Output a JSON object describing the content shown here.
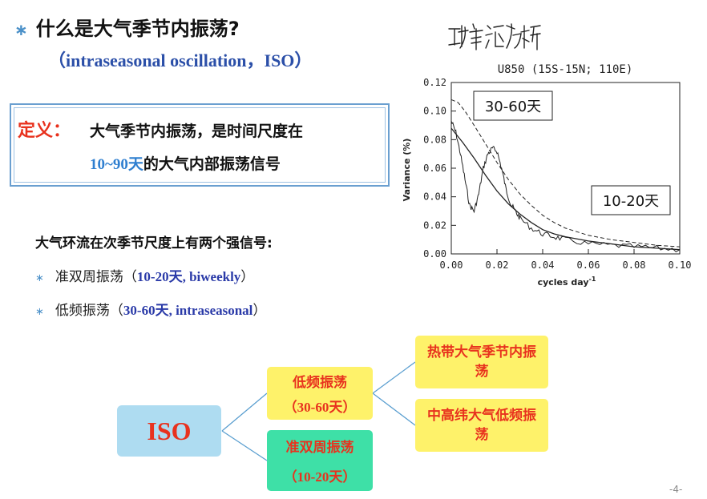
{
  "title": {
    "bullet": "∗",
    "text": "什么是大气季节内振荡?",
    "subtitle": "（intraseasonal oscillation，ISO）"
  },
  "definition": {
    "label": "定义：",
    "line1": "大气季节内振荡，是时间尺度在",
    "line2_range": "10~90天",
    "line2_rest": "的大气内部振荡信号"
  },
  "signals": {
    "heading": "大气环流在次季节尺度上有两个强信号:",
    "items": [
      {
        "bullet": "∗",
        "name": "准双周振荡（",
        "detail": "10-20天, biweekly",
        "close": "）"
      },
      {
        "bullet": "∗",
        "name": "低频振荡（",
        "detail": "30-60天, intraseasonal",
        "close": "）"
      }
    ]
  },
  "handwriting": "功率谱分析",
  "chart_data": {
    "type": "line",
    "title": "U850 (15S-15N; 110E)",
    "xlabel": "cycles day",
    "xlabel_sup": "-1",
    "ylabel": "Variance (%)",
    "xlim": [
      0,
      0.1
    ],
    "ylim": [
      0,
      0.12
    ],
    "x_ticks": [
      "0.00",
      "0.02",
      "0.04",
      "0.06",
      "0.08",
      "0.10"
    ],
    "y_ticks": [
      "0.00",
      "0.02",
      "0.04",
      "0.06",
      "0.08",
      "0.10",
      "0.12"
    ],
    "annotations": [
      "30-60天",
      "10-20天"
    ],
    "series": [
      {
        "style": "solid-noisy",
        "x": [
          0.0,
          0.002,
          0.004,
          0.006,
          0.008,
          0.01,
          0.012,
          0.014,
          0.016,
          0.018,
          0.02,
          0.022,
          0.024,
          0.026,
          0.028,
          0.03,
          0.035,
          0.04,
          0.045,
          0.05,
          0.06,
          0.07,
          0.08,
          0.09,
          0.1
        ],
        "y": [
          0.093,
          0.085,
          0.07,
          0.052,
          0.034,
          0.03,
          0.042,
          0.06,
          0.07,
          0.074,
          0.072,
          0.06,
          0.045,
          0.035,
          0.03,
          0.025,
          0.018,
          0.014,
          0.012,
          0.01,
          0.007,
          0.006,
          0.005,
          0.004,
          0.003
        ]
      },
      {
        "style": "solid-smooth",
        "x": [
          0.0,
          0.005,
          0.01,
          0.015,
          0.02,
          0.025,
          0.03,
          0.035,
          0.04,
          0.045,
          0.05,
          0.06,
          0.07,
          0.08,
          0.09,
          0.1
        ],
        "y": [
          0.088,
          0.078,
          0.067,
          0.055,
          0.044,
          0.035,
          0.028,
          0.022,
          0.017,
          0.014,
          0.012,
          0.009,
          0.007,
          0.005,
          0.004,
          0.003
        ]
      },
      {
        "style": "dashed",
        "x": [
          0.0,
          0.003,
          0.006,
          0.01,
          0.015,
          0.02,
          0.025,
          0.03,
          0.035,
          0.04,
          0.045,
          0.05,
          0.06,
          0.07,
          0.08,
          0.09,
          0.1
        ],
        "y": [
          0.108,
          0.106,
          0.1,
          0.09,
          0.077,
          0.064,
          0.052,
          0.042,
          0.034,
          0.027,
          0.022,
          0.018,
          0.013,
          0.01,
          0.008,
          0.006,
          0.005
        ]
      }
    ]
  },
  "diagram": {
    "root": "ISO",
    "low_freq": {
      "name": "低频振荡",
      "period": "（30-60天）"
    },
    "biweekly": {
      "name": "准双周振荡",
      "period": "（10-20天）"
    },
    "tropical": "热带大气季节内振荡",
    "midlat": "中高纬大气低频振荡"
  },
  "page_number": "-4-"
}
